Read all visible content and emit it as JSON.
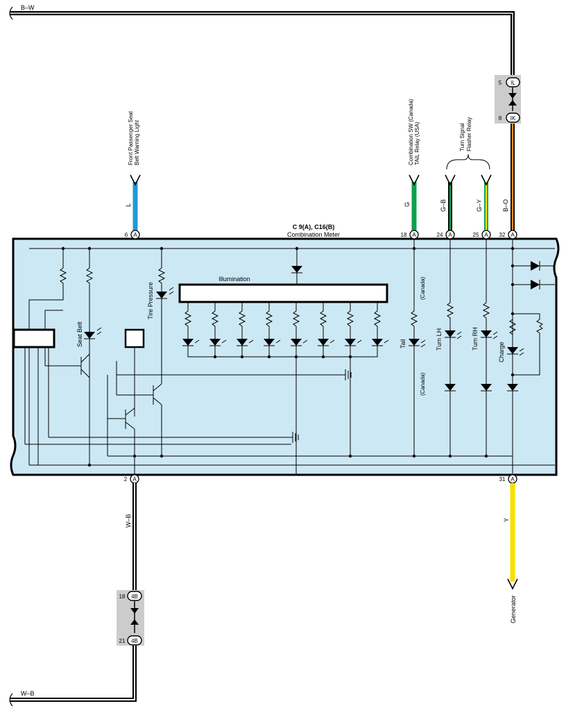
{
  "wires": {
    "top_bus": "B–W",
    "bottom_bus": "W–B",
    "pin6": "L",
    "pin18": "G",
    "pin24": "G–B",
    "pin25": "G–Y",
    "pin32": "B–O",
    "pin2": "W–B",
    "pin31": "Y"
  },
  "pins": {
    "p6": "6",
    "p18": "18",
    "p24": "24",
    "p25": "25",
    "p32": "32",
    "p2": "2",
    "p31": "31",
    "letter": "A"
  },
  "connectors": {
    "il_pin": "5",
    "il_label": "IL",
    "ik_pin": "8",
    "ik_label": "IK",
    "c4b_top_pin": "18",
    "c4b_bottom_pin": "21",
    "c4b_label": "4B"
  },
  "destinations": {
    "seat_belt_light_1": "Front Passenger Seat",
    "seat_belt_light_2": "Belt Warning Light",
    "tail_relay_1": "Combination SW (Canada)",
    "tail_relay_2": "TAIL Relay (USA)",
    "flasher_1": "Turn Signal",
    "flasher_2": "Flasher Relay",
    "generator": "Generator"
  },
  "meter": {
    "id": "C 9(A), C16(B)",
    "name": "Combination Meter",
    "illumination": "Illumination",
    "seat_belt": "Seat Belt",
    "tire_pressure": "Tire Pressure",
    "canada_top": "(Canada)",
    "canada_bottom": "(Canada)",
    "tail": "Tail",
    "turn_lh": "Turn LH",
    "turn_rh": "Turn RH",
    "charge": "Charge"
  },
  "colors": {
    "meter_fill": "#cce8f4",
    "L": "#1e9ad6",
    "G": "#0ea04e",
    "Y": "#f5e100",
    "O": "#f28c1e",
    "connector_box": "#cccccc"
  }
}
